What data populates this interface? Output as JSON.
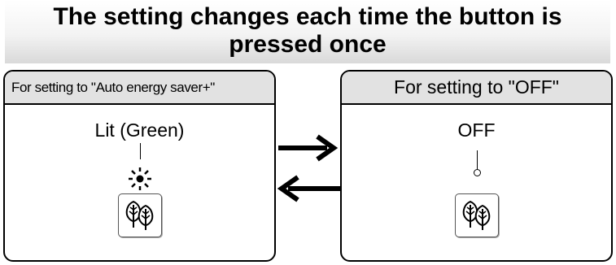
{
  "banner": {
    "title": "The setting changes each time the button is pressed once"
  },
  "left_panel": {
    "header": "For setting to \"Auto energy saver+\"",
    "state_label": "Lit (Green)",
    "led": "lit",
    "button_icon": "leaf-icon"
  },
  "right_panel": {
    "header": "For setting to \"OFF\"",
    "state_label": "OFF",
    "led": "off",
    "button_icon": "leaf-icon"
  },
  "arrows": {
    "top": "right",
    "bottom": "left"
  }
}
